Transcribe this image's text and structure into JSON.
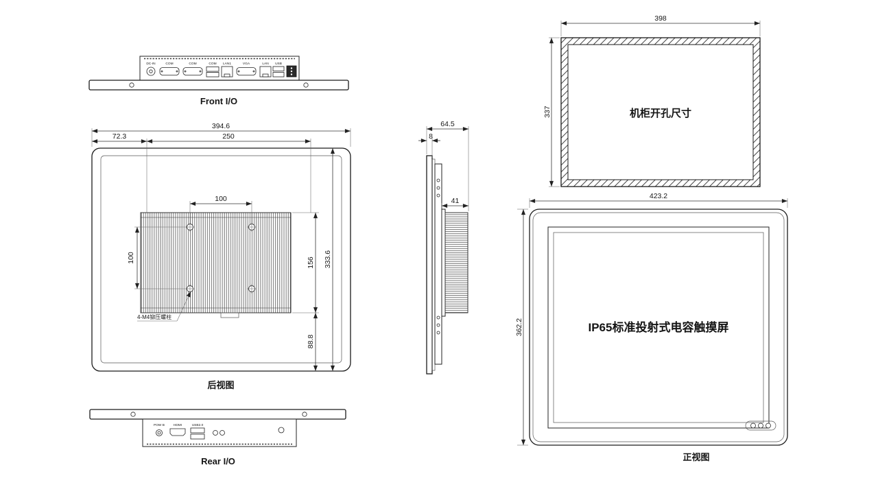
{
  "sheet": {
    "front_io_caption": "Front I/O",
    "rear_caption": "后视图",
    "rear_io_caption": "Rear I/O",
    "front_caption": "正视图",
    "cutout_label": "机柜开孔尺寸",
    "screen_label": "IP65标准投射式电容触摸屏"
  },
  "dims": {
    "rear": {
      "overall_width": "394.6",
      "left_offset": "72.3",
      "fin_width": "250",
      "hole_pitch_x": "100",
      "hole_pitch_y": "100",
      "fin_height": "156",
      "overall_height": "333.6",
      "bottom_offset": "88.8",
      "stud_note": "4-M4铆压螺柱"
    },
    "side": {
      "depth": "64.5",
      "bezel": "8",
      "body": "41"
    },
    "cutout": {
      "width": "398",
      "height": "337"
    },
    "front": {
      "width": "423.2",
      "height": "362.2"
    }
  },
  "ports": {
    "front": [
      "DC-IN",
      "COM",
      "COM",
      "COM",
      "LAN1",
      "VGA",
      "LAN",
      "USB"
    ],
    "rear": [
      "POW B",
      "HDMI",
      "USB2.0"
    ]
  }
}
